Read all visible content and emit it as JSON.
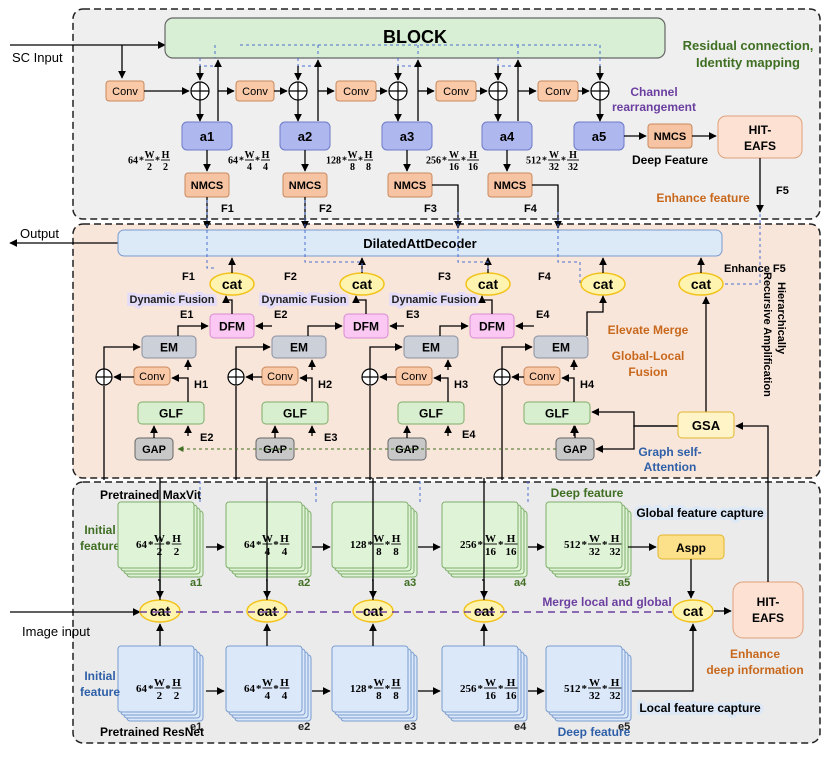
{
  "labels": {
    "sc_input": "SC Input",
    "block": "BLOCK",
    "residual_1": "Residual connection,",
    "residual_2": "Identity mapping",
    "conv": "Conv",
    "channel_1": "Channel",
    "channel_2": "rearrangement",
    "nmcs": "NMCS",
    "hit_eafs_1": "HIT-",
    "hit_eafs_2": "EAFS",
    "deep_feature": "Deep Feature",
    "enhance_feature": "Enhance feature",
    "output": "Output",
    "decoder": "DilatedAttDecoder",
    "cat": "cat",
    "enhance_f5": "Enhance F5",
    "hier_1": "Hierarchically",
    "hier_2": "Recursive Amplification",
    "dynamic_fusion": "Dynamic Fusion",
    "dfm": "DFM",
    "em": "EM",
    "glf": "GLF",
    "gap": "GAP",
    "gsa": "GSA",
    "elevate_merge": "Elevate Merge",
    "global_local_1": "Global-Local",
    "global_local_2": "Fusion",
    "graph_1": "Graph self-",
    "graph_2": "Attention",
    "pretrained_maxvit": "Pretrained MaxVit",
    "initial_1": "Initial",
    "initial_2": "feature",
    "deep_feature_lower": "Deep feature",
    "global_capture": "Global feature capture",
    "aspp": "Aspp",
    "image_input": "Image input",
    "merge_local_global": "Merge local and global",
    "enhance_deep_1": "Enhance",
    "enhance_deep_2": "deep information",
    "pretrained_resnet": "Pretrained ResNet",
    "local_capture": "Local feature capture"
  },
  "a_nodes": [
    "a1",
    "a2",
    "a3",
    "a4",
    "a5"
  ],
  "e_nodes": [
    "e1",
    "e2",
    "e3",
    "e4",
    "e5"
  ],
  "f_labels": [
    "F1",
    "F2",
    "F3",
    "F4",
    "F5"
  ],
  "e_labels": [
    "E1",
    "E2",
    "E3",
    "E4"
  ],
  "e_in_labels": [
    "E2",
    "E3",
    "E4"
  ],
  "h_labels": [
    "H1",
    "H2",
    "H3",
    "H4"
  ],
  "dims": {
    "c": [
      "64",
      "64",
      "128",
      "256",
      "512"
    ],
    "w": [
      "W",
      "W",
      "W",
      "W",
      "W"
    ],
    "h": [
      "H",
      "H",
      "H",
      "H",
      "H"
    ],
    "d": [
      "2",
      "4",
      "8",
      "16",
      "32"
    ],
    "star": "*"
  },
  "colors": {
    "block": "#d9efd5",
    "conv": "#f9c9a8",
    "nmcs": "#f6c3a3",
    "a_node": "#aeb8ef",
    "hit": "#fde2d4",
    "decoder": "#dce9f7",
    "cat": "#fff3b0",
    "cat_border": "#f2c31a",
    "dfm": "#fac8f2",
    "em": "#ccd0d8",
    "glf": "#d7efcf",
    "gap": "#c8c8c8",
    "gsa": "#fff3c8",
    "aspp": "#fde08a",
    "green_stack": "#dff3d6",
    "blue_stack": "#dbe8fa",
    "panel_top": "#efefef",
    "panel_mid": "#f9e6db",
    "panel_bot": "#ebebeb",
    "text_green": "#3f6f22",
    "text_purple": "#6b3fa0",
    "text_orange": "#c8681c",
    "text_blue": "#2e5fa8"
  }
}
